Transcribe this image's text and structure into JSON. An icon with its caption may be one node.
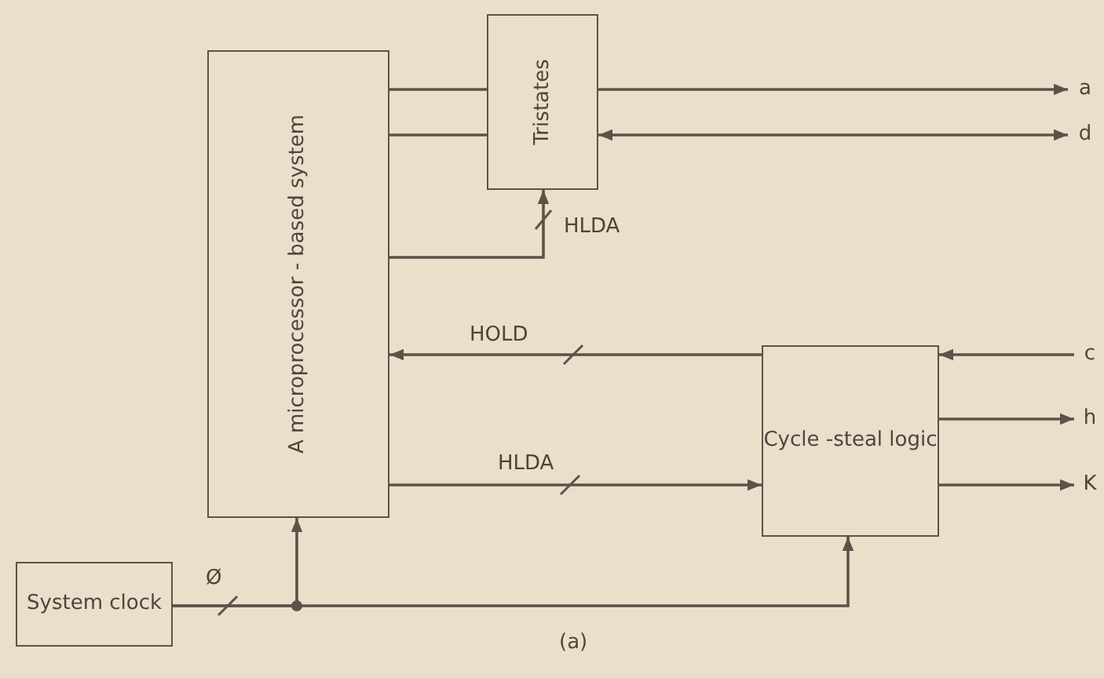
{
  "diagram": {
    "caption": "(a)",
    "nodes": [
      {
        "text": [
          "A microprocessor - based system"
        ]
      },
      {
        "text": [
          "Tristates"
        ]
      },
      {
        "text": [
          "Cycle -steal logic"
        ]
      },
      {
        "text": [
          "System clock"
        ]
      },
      {
        "text": [
          "a"
        ]
      },
      {
        "text": [
          "d"
        ]
      },
      {
        "text": [
          "c"
        ]
      },
      {
        "text": [
          "h"
        ]
      },
      {
        "text": [
          "K"
        ]
      }
    ],
    "edges": [
      {
        "from": 0,
        "to": 1,
        "arrow": "none"
      },
      {
        "from": 0,
        "to": 1,
        "arrow": "none"
      },
      {
        "from": 1,
        "to": 4,
        "arrow": "to"
      },
      {
        "from": 1,
        "to": 5,
        "arrow": "both"
      },
      {
        "from": 0,
        "to": 1,
        "arrow": "to",
        "label": "HLDA"
      },
      {
        "from": 2,
        "to": 0,
        "arrow": "to",
        "label": "HOLD"
      },
      {
        "from": 0,
        "to": 2,
        "arrow": "to",
        "label": "HLDA"
      },
      {
        "from": 6,
        "to": 2,
        "arrow": "to"
      },
      {
        "from": 2,
        "to": 7,
        "arrow": "to"
      },
      {
        "from": 2,
        "to": 8,
        "arrow": "to"
      },
      {
        "from": 3,
        "to": 0,
        "arrow": "to",
        "label": "Ø"
      },
      {
        "from": 3,
        "to": 2,
        "arrow": "to"
      }
    ]
  }
}
